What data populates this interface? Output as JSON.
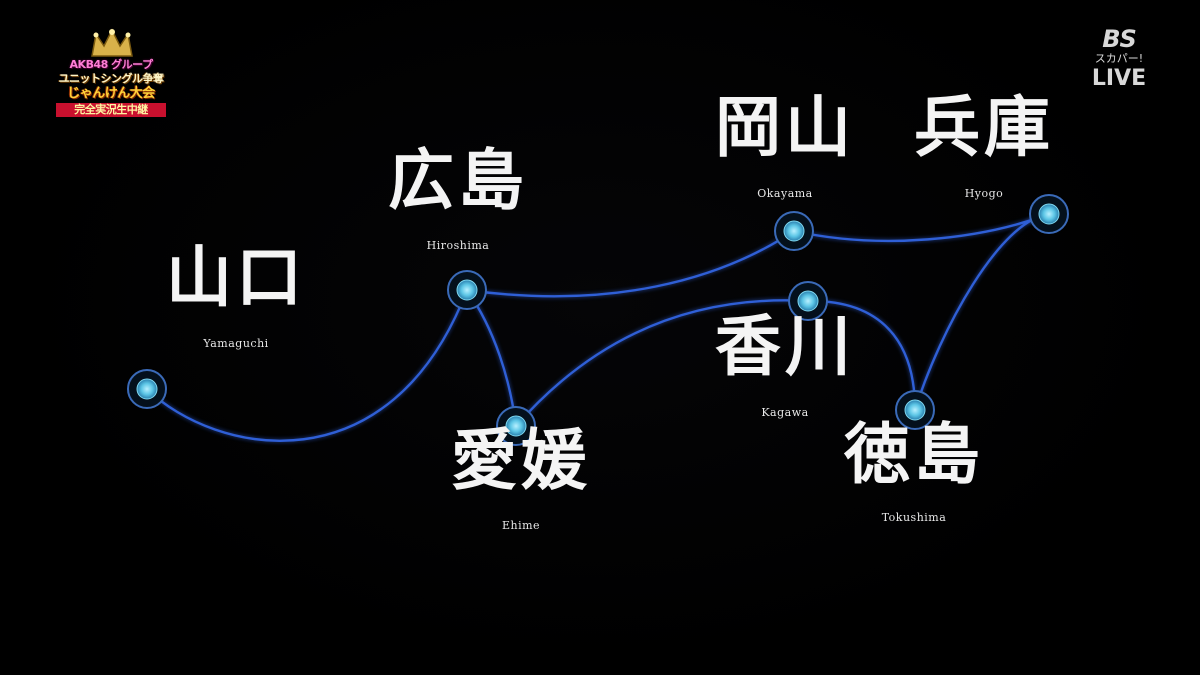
{
  "show_logo": {
    "line1": "AKB48 グループ",
    "line2": "ユニットシングル争奪",
    "line3": "じゃんけん大会",
    "line4": "完全実況生中継"
  },
  "channel_bug": {
    "brand": "BS",
    "sub": "スカパー!",
    "status": "LIVE"
  },
  "colors": {
    "background": "#000000",
    "route": "#2f5fd6",
    "node_core": "#7fd8f0",
    "node_ring": "#3a6ab8",
    "label": "#f4f4f4"
  },
  "prefectures": [
    {
      "id": "yamaguchi",
      "kanji": "山口",
      "roman": "Yamaguchi"
    },
    {
      "id": "hiroshima",
      "kanji": "広島",
      "roman": "Hiroshima"
    },
    {
      "id": "ehime",
      "kanji": "愛媛",
      "roman": "Ehime"
    },
    {
      "id": "okayama",
      "kanji": "岡山",
      "roman": "Okayama"
    },
    {
      "id": "kagawa",
      "kanji": "香川",
      "roman": "Kagawa"
    },
    {
      "id": "hyogo",
      "kanji": "兵庫",
      "roman": "Hyogo"
    },
    {
      "id": "tokushima",
      "kanji": "徳島",
      "roman": "Tokushima"
    }
  ],
  "routes": [
    {
      "from": "yamaguchi",
      "to": "hiroshima"
    },
    {
      "from": "hiroshima",
      "to": "ehime"
    },
    {
      "from": "hiroshima",
      "to": "okayama"
    },
    {
      "from": "ehime",
      "to": "kagawa"
    },
    {
      "from": "okayama",
      "to": "hyogo"
    },
    {
      "from": "kagawa",
      "to": "tokushima"
    },
    {
      "from": "tokushima",
      "to": "hyogo"
    }
  ]
}
